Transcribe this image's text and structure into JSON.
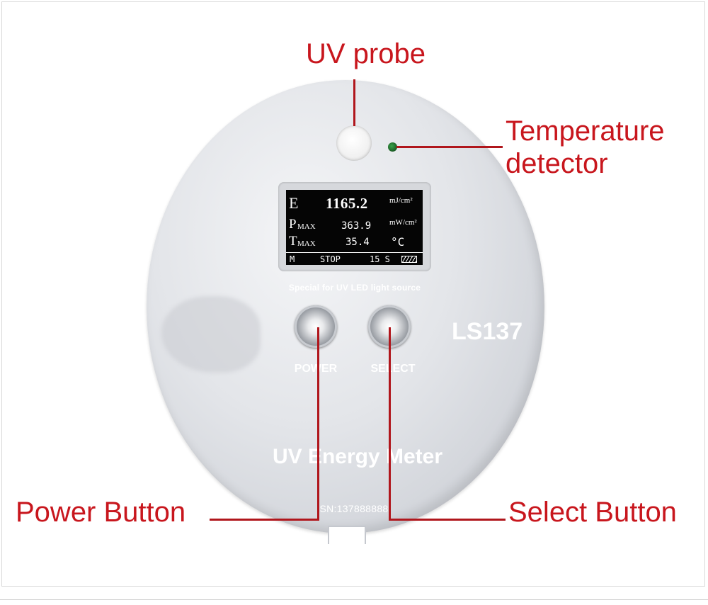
{
  "callouts": {
    "uv_probe": "UV probe",
    "temperature_detector_line1": "Temperature",
    "temperature_detector_line2": "detector",
    "power_button": "Power Button",
    "select_button": "Select Button"
  },
  "display": {
    "energy_symbol": "E",
    "energy_value": "1165.2",
    "energy_unit": "mJ/cm²",
    "pmax_label": "P",
    "pmax_sub": "MAX",
    "pmax_value": "363.9",
    "pmax_unit": "mW/cm²",
    "tmax_label": "T",
    "tmax_sub": "MAX",
    "tmax_value": "35.4",
    "tmax_unit": "°C",
    "mode": "M",
    "state": "STOP",
    "time": "15 S"
  },
  "device": {
    "subtitle": "Special for UV LED light source",
    "power_label": "POWER",
    "select_label": "SELECT",
    "model": "LS137",
    "product_name": "UV Energy Meter",
    "serial": "SN:137888888"
  },
  "colors": {
    "callout_red": "#c8161d",
    "device_silver": "#dfe1e5",
    "screen_black": "#050505"
  }
}
